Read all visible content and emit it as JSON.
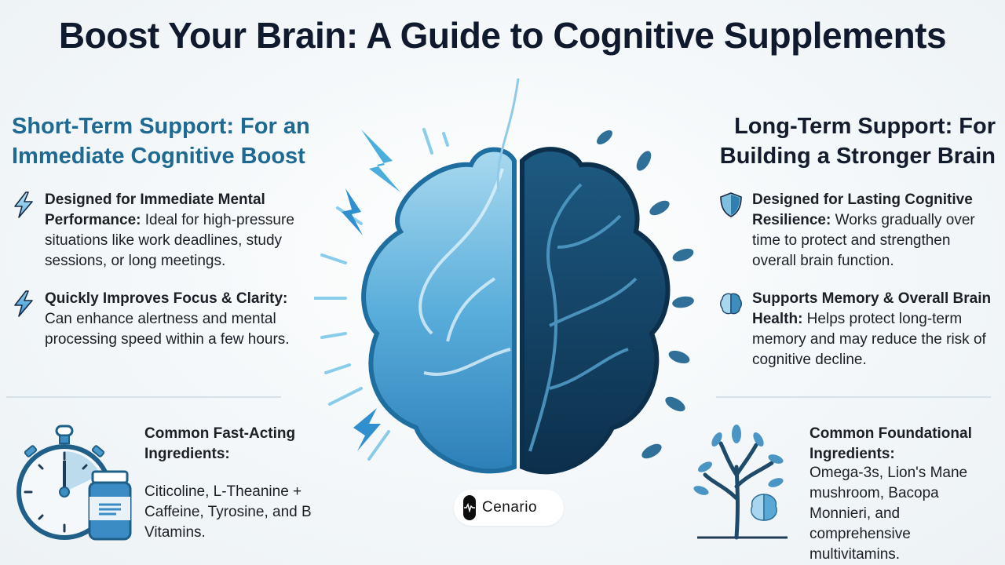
{
  "title": "Boost Your Brain: A Guide to Cognitive Supplements",
  "short_term": {
    "heading": "Short-Term Support: For an Immediate Cognitive Boost",
    "bullets": [
      {
        "icon": "lightning-bolt-icon",
        "bold": "Designed for Immediate Mental Performance:",
        "text": " Ideal for high-pressure situations like work deadlines, study sessions, or long meetings."
      },
      {
        "icon": "lightning-bolt-icon",
        "bold": "Quickly Improves Focus & Clarity:",
        "text": " Can enhance alertness and mental processing speed within a few hours."
      }
    ],
    "ingredients": {
      "icon": "stopwatch-and-bottle-icon",
      "title": "Common Fast-Acting Ingredients:",
      "text": "Citicoline, L-Theanine + Caffeine, Tyrosine, and B Vitamins."
    }
  },
  "long_term": {
    "heading": "Long-Term Support: For Building a Stronger Brain",
    "bullets": [
      {
        "icon": "shield-icon",
        "bold": "Designed for Lasting Cognitive Resilience:",
        "text": " Works gradually over time to protect and strengthen overall brain function."
      },
      {
        "icon": "brain-icon",
        "bold": "Supports Memory & Overall Brain Health:",
        "text": " Helps protect long-term memory and may reduce the risk of cognitive decline."
      }
    ],
    "ingredients": {
      "icon": "tree-with-brain-icon",
      "title": "Common Foundational Ingredients:",
      "text": "Omega-3s, Lion's Mane mushroom, Bacopa Monnieri, and comprehensive multivitamins."
    }
  },
  "center_illustration": "brain-half-lightning-half-tree",
  "watermark": {
    "name": "Cenario",
    "icon": "waveform-logo-icon"
  },
  "colors": {
    "title": "#0f1a2e",
    "short_term_accent": "#1e6a93",
    "long_term_heading": "#121c2c",
    "light_blue": "#5fb3dc",
    "dark_blue": "#0e3b5c"
  }
}
